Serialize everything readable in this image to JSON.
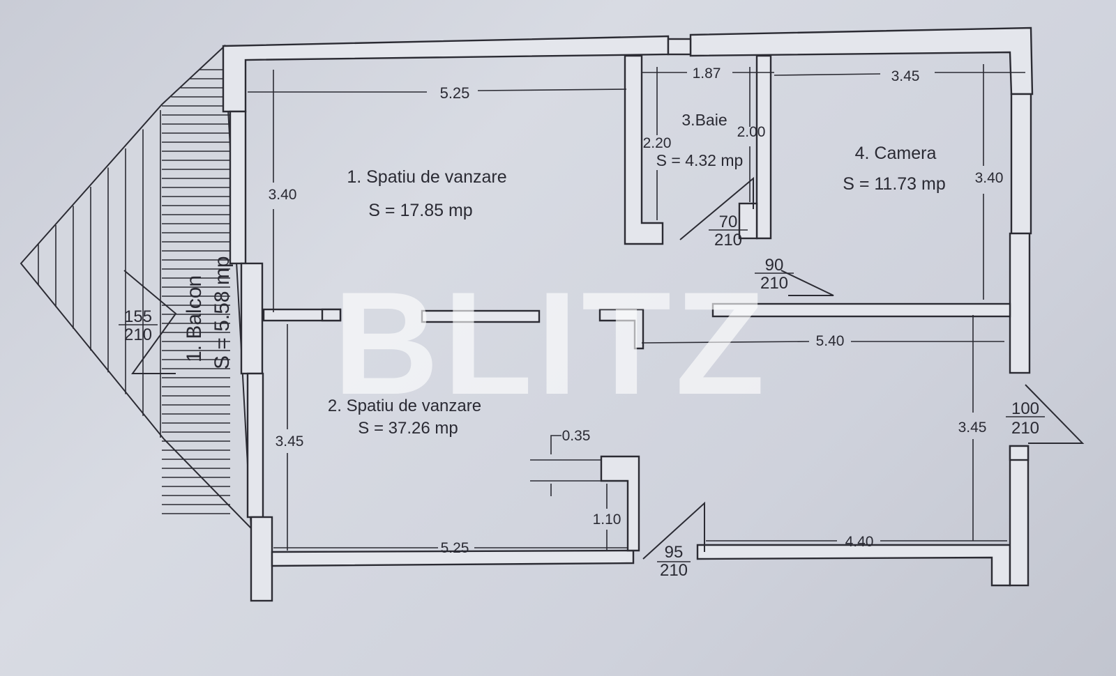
{
  "watermark": "BLITZ",
  "rooms": {
    "balcon": {
      "name": "1. Balcon",
      "area": "S = 5.58 mp"
    },
    "room1": {
      "name": "1. Spatiu de vanzare",
      "area": "S = 17.85 mp"
    },
    "room2": {
      "name": "2. Spatiu de vanzare",
      "area": "S = 37.26 mp"
    },
    "room3": {
      "name": "3.Baie",
      "area": "S = 4.32 mp"
    },
    "room4": {
      "name": "4. Camera",
      "area": "S = 11.73 mp"
    }
  },
  "dimensions": {
    "d1": "5.25",
    "d2": "1.87",
    "d3": "3.45",
    "d4": "3.40",
    "d5": "2.20",
    "d6": "2.00",
    "d7": "3.40",
    "d8": "5.40",
    "d9": "3.45",
    "d10": "0.35",
    "d11": "3.45",
    "d12": "1.10",
    "d13": "5.25",
    "d14": "4.40"
  },
  "doors": {
    "door_70": {
      "width": "70",
      "height": "210"
    },
    "door_90": {
      "width": "90",
      "height": "210"
    },
    "door_155": {
      "width": "155",
      "height": "210"
    },
    "door_100": {
      "width": "100",
      "height": "210"
    },
    "door_95": {
      "width": "95",
      "height": "210"
    }
  }
}
